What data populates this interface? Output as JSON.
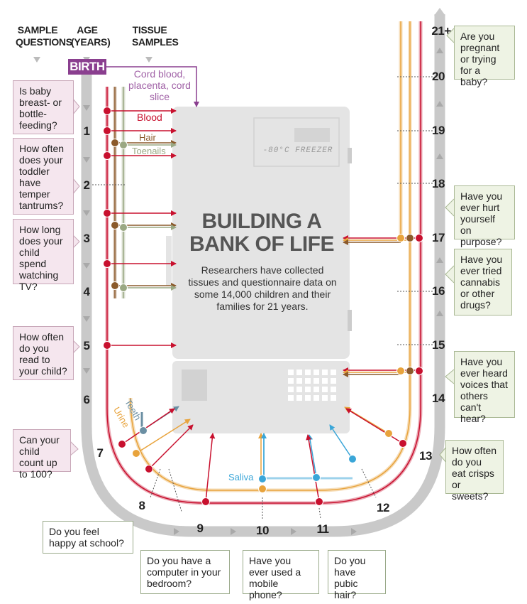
{
  "headers": {
    "questions": "SAMPLE QUESTIONS",
    "age": "AGE (YEARS)",
    "tissue": "TISSUE SAMPLES"
  },
  "birth": "BIRTH",
  "birth_samples": "Cord blood, placenta, cord slice",
  "sample_labels": {
    "blood": "Blood",
    "hair": "Hair",
    "toenails": "Toenails",
    "teeth": "Teeth",
    "urine": "Urine",
    "saliva": "Saliva"
  },
  "title": "BUILDING A BANK OF LIFE",
  "description": "Researchers have collected tissues and questionnaire data on some 14,000 children and their families for 21 years.",
  "freezer_label": "-80°C FREEZER",
  "ages": [
    "1",
    "2",
    "3",
    "4",
    "5",
    "6",
    "7",
    "8",
    "9",
    "10",
    "11",
    "12",
    "13",
    "14",
    "15",
    "16",
    "17",
    "18",
    "19",
    "20",
    "21+"
  ],
  "questions": [
    "Is baby breast- or bottle-feeding?",
    "How often does your toddler have temper tantrums?",
    "How long does your child spend watching TV?",
    "How often do you read to your child?",
    "Can your child count up to 100?",
    "Do you feel happy at school?",
    "Do you have a computer in your bedroom?",
    "Have you ever used a mobile phone?",
    "Do you have pubic hair?",
    "How often do you eat crisps or sweets?",
    "Have you ever heard voices that others can't hear?",
    "Have you ever tried cannabis or other drugs?",
    "Have you ever hurt yourself on purpose?",
    "Are you pregnant or trying for a baby?"
  ],
  "colors": {
    "blood": "#c8102e",
    "hair": "#8b5a2b",
    "toenails": "#9aa883",
    "urine": "#e8a33c",
    "teeth": "#6b8fa3",
    "saliva": "#3aa6d8",
    "birth": "#8a3f8f",
    "track": "#c9c9c9",
    "freezer": "#e2e2e2"
  }
}
